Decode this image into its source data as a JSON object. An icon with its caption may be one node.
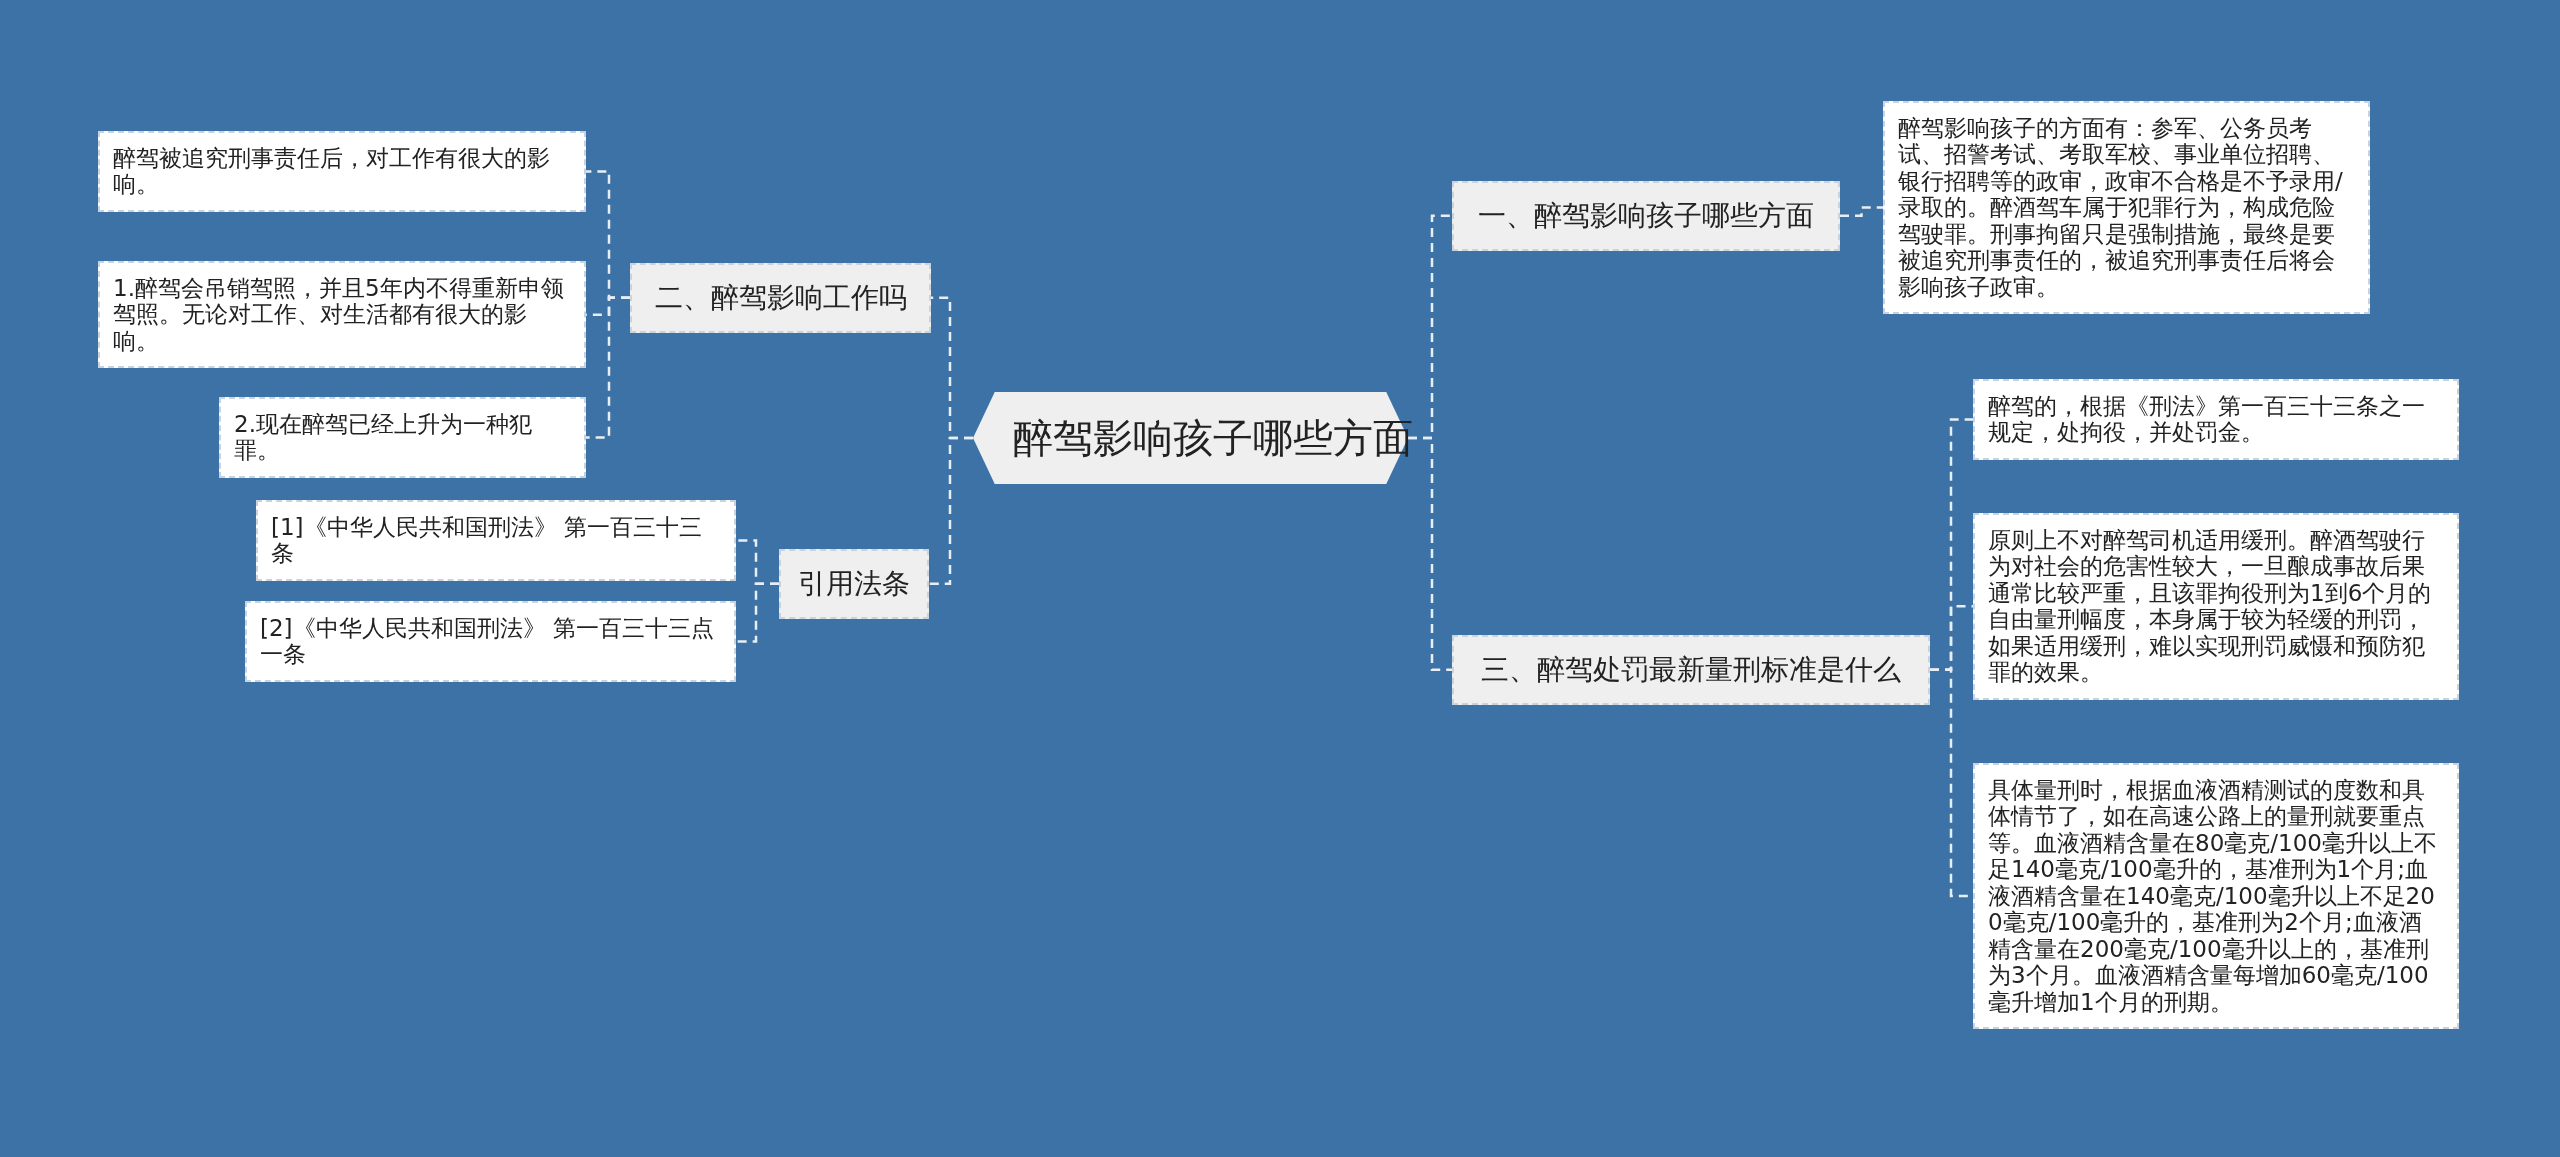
{
  "diagram": {
    "nodes": [
      {
        "text": [
          "醉驾影响孩子哪些方面"
        ]
      },
      {
        "text": [
          "一、醉驾影响孩子哪些方面"
        ]
      },
      {
        "text": [
          "醉驾影响孩子的方面有：参军、公务员考试、招警考试、考取军校、事业单位招聘、银行招聘等的政审，政审不合格是不予录用/录取的。醉酒驾车属于犯罪行为，构成危险驾驶罪。刑事拘留只是强制措施，最终是要被追究刑事责任的，被追究刑事责任后将会影响孩子政审。"
        ]
      },
      {
        "text": [
          "三、醉驾处罚最新量刑标准是什么"
        ]
      },
      {
        "text": [
          "醉驾的，根据《刑法》第一百三十三条之一规定，处拘役，并处罚金。"
        ]
      },
      {
        "text": [
          "原则上不对醉驾司机适用缓刑。醉酒驾驶行为对社会的危害性较大，一旦酿成事故后果通常比较严重，且该罪拘役刑为1到6个月的自由量刑幅度，本身属于较为轻缓的刑罚，如果适用缓刑，难以实现刑罚威慑和预防犯罪的效果。"
        ]
      },
      {
        "text": [
          "具体量刑时，根据血液酒精测试的度数和具体情节了，如在高速公路上的量刑就要重点等。血液酒精含量在80毫克/100毫升以上不足140毫克/100毫升的，基准刑为1个月;血液酒精含量在140毫克/100毫升以上不足200毫克/100毫升的，基准刑为2个月;血液酒精含量在200毫克/100毫升以上的，基准刑为3个月。血液酒精含量每增加60毫克/100毫升增加1个月的刑期。"
        ]
      },
      {
        "text": [
          "二、醉驾影响工作吗"
        ]
      },
      {
        "text": [
          "醉驾被追究刑事责任后，对工作有很大的影响。"
        ]
      },
      {
        "text": [
          "1.醉驾会吊销驾照，并且5年内不得重新申领驾照。无论对工作、对生活都有很大的影响。"
        ]
      },
      {
        "text": [
          "2.现在醉驾已经上升为一种犯罪。"
        ]
      },
      {
        "text": [
          "引用法条"
        ]
      },
      {
        "text": [
          "[1]《中华人民共和国刑法》 第一百三十三条"
        ]
      },
      {
        "text": [
          "[2]《中华人民共和国刑法》 第一百三十三点一条"
        ]
      }
    ],
    "edges": [
      {
        "from": 0,
        "to": 1,
        "arrow": "none"
      },
      {
        "from": 1,
        "to": 2,
        "arrow": "none"
      },
      {
        "from": 0,
        "to": 3,
        "arrow": "none"
      },
      {
        "from": 3,
        "to": 4,
        "arrow": "none"
      },
      {
        "from": 3,
        "to": 5,
        "arrow": "none"
      },
      {
        "from": 3,
        "to": 6,
        "arrow": "none"
      },
      {
        "from": 0,
        "to": 7,
        "arrow": "none"
      },
      {
        "from": 7,
        "to": 8,
        "arrow": "none"
      },
      {
        "from": 7,
        "to": 9,
        "arrow": "none"
      },
      {
        "from": 7,
        "to": 10,
        "arrow": "none"
      },
      {
        "from": 0,
        "to": 11,
        "arrow": "none"
      },
      {
        "from": 11,
        "to": 12,
        "arrow": "none"
      },
      {
        "from": 11,
        "to": 13,
        "arrow": "none"
      }
    ]
  }
}
